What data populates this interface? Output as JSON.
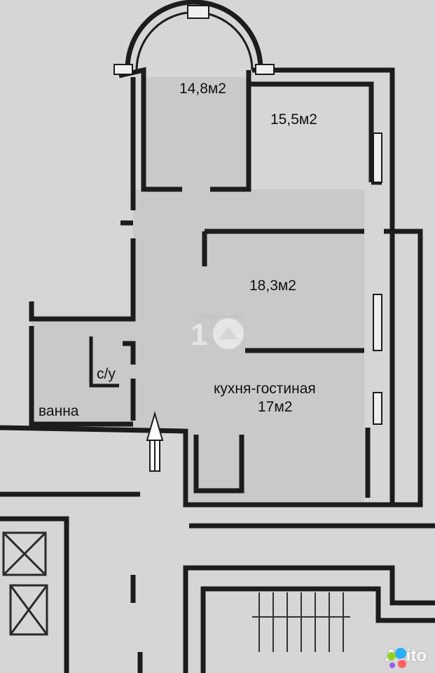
{
  "rooms": {
    "room_1": "14,8м2",
    "room_2": "15,5м2",
    "room_3": "18,3м2",
    "kitchen_line1": "кухня-гостиная",
    "kitchen_line2": "17м2",
    "wc": "с/у",
    "bath": "ванна"
  },
  "watermark": {
    "text": "КАМ·ЦЕНТРАЛЬНОЕ",
    "color": "#cfcfcf"
  },
  "brand": {
    "name": "Avito",
    "dot_colors": [
      "#2bb0f5",
      "#97cf26",
      "#ff6163",
      "#965eeb"
    ]
  },
  "colors": {
    "paper": "#d6d6d6",
    "wall": "#1c1c1c"
  }
}
